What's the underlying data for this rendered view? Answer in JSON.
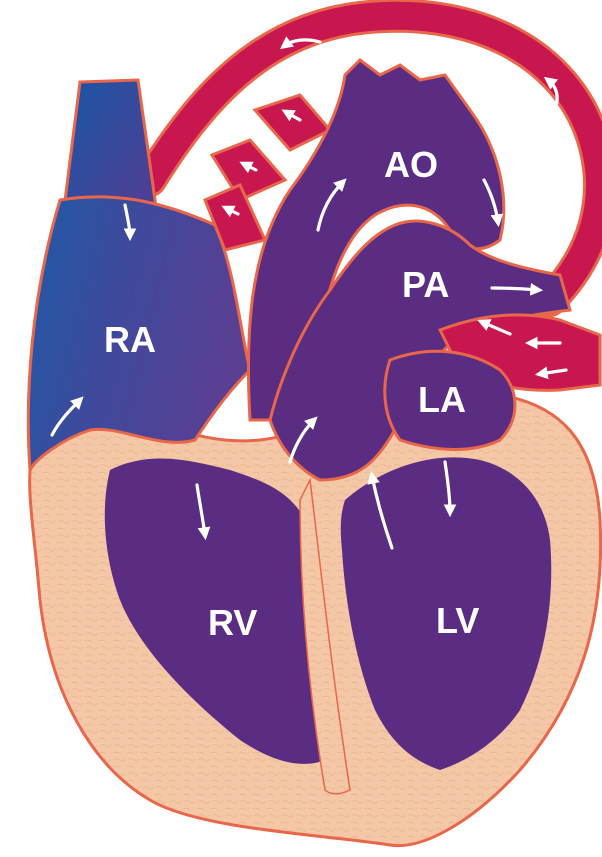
{
  "labels": {
    "ra": "RA",
    "rv": "RV",
    "ao": "AO",
    "pa": "PA",
    "la": "LA",
    "lv": "LV"
  },
  "colors": {
    "deoxygenated_blue": "#1e5aa8",
    "mixed_purple": "#5a2d82",
    "oxygenated_red": "#c8174f",
    "muscle_peach": "#f4c7a6",
    "outline_orange": "#e8664a",
    "arrow_white": "#ffffff"
  }
}
